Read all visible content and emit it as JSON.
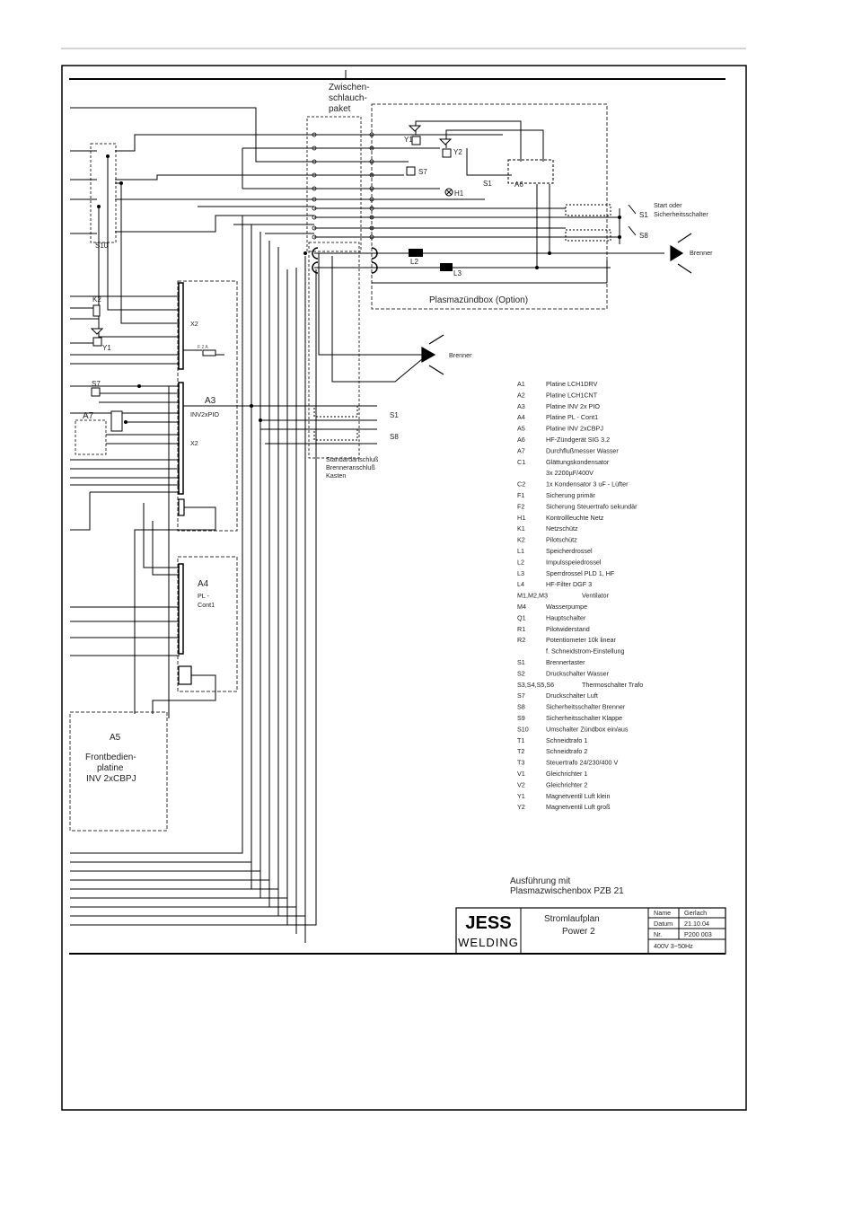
{
  "header_labels": {
    "zwischen": [
      "Zwischen-",
      "schlauch-",
      "paket"
    ],
    "plasmabox": "Plasmazündbox (Option)",
    "start": [
      "Start oder",
      "Sicherheitsschalter"
    ],
    "brenner_right": "Brenner",
    "brenner_mid": "Brenner",
    "standard": [
      "Standardanschluß",
      "Brenneranschluß",
      "Kasten"
    ],
    "ausfuehrung": [
      "Ausführung mit",
      "Plasmazwischenbox PZB 21"
    ]
  },
  "components": {
    "Y1": "Y1",
    "Y2": "Y2",
    "S7": "S7",
    "H1": "H1",
    "S1": "S1",
    "A6": "A6",
    "S8": "S8",
    "L2": "L2",
    "L3": "L3",
    "S10": "S10",
    "K2": "K2",
    "A7": "A7",
    "A3": "A3",
    "A3sub": "INV2xPIO",
    "X2a": "X2",
    "X2b": "X2",
    "F": "F 2 A",
    "A4": "A4",
    "A4sub": [
      "PL -",
      "Cont1"
    ],
    "A5": "A5",
    "A5sub": [
      "Frontbedien-",
      "platine",
      "INV 2xCBPJ"
    ],
    "S1b": "S1",
    "S8b": "S8"
  },
  "legend": [
    [
      "A1",
      "Platine LCH1DRV"
    ],
    [
      "A2",
      "Platine LCH1CNT"
    ],
    [
      "A3",
      "Platine INV 2x PIO"
    ],
    [
      "A4",
      "Platine PL - Cont1"
    ],
    [
      "A5",
      "Platine INV 2xCBPJ"
    ],
    [
      "A6",
      "HF-Zündgerät SIG 3.2"
    ],
    [
      "A7",
      "Durchflußmesser Wasser"
    ],
    [
      "C1",
      "Glättungskondensator"
    ],
    [
      "",
      "3x 2200µF/400V"
    ],
    [
      "C2",
      "1x Kondensator 3 uF - Lüfter"
    ],
    [
      "F1",
      "Sicherung primär"
    ],
    [
      "F2",
      "Sicherung Steuertrafo sekundär"
    ],
    [
      "H1",
      "Kontrollleuchte Netz"
    ],
    [
      "K1",
      "Netzschütz"
    ],
    [
      "K2",
      "Pilotschütz"
    ],
    [
      "L1",
      "Speicherdrossel"
    ],
    [
      "L2",
      "Impulsspeiedrossel"
    ],
    [
      "L3",
      "Sperrdrossel PLD 1, HF"
    ],
    [
      "L4",
      "HF-Filter DGF 3"
    ],
    [
      "M1,M2,M3",
      "Ventilator"
    ],
    [
      "M4",
      "Wasserpumpe"
    ],
    [
      "Q1",
      "Hauptschalter"
    ],
    [
      "R1",
      "Pilotwiderstand"
    ],
    [
      "R2",
      "Potentiometer 10k linear"
    ],
    [
      "",
      "f. Schneidstrom-Einstellung"
    ],
    [
      "S1",
      "Brennertaster"
    ],
    [
      "S2",
      "Druckschalter Wasser"
    ],
    [
      "S3,S4,S5,S6",
      "Thermoschalter Trafo"
    ],
    [
      "S7",
      "Druckschalter Luft"
    ],
    [
      "S8",
      "Sicherheitsschalter Brenner"
    ],
    [
      "S9",
      "Sicherheitsschalter Klappe"
    ],
    [
      "S10",
      "Umschalter Zündbox ein/aus"
    ],
    [
      "T1",
      "Schneidtrafo 1"
    ],
    [
      "T2",
      "Schneidtrafo 2"
    ],
    [
      "T3",
      "Steuertrafo 24/230/400 V"
    ],
    [
      "V1",
      "Gleichrichter 1"
    ],
    [
      "V2",
      "Gleichrichter 2"
    ],
    [
      "Y1",
      "Magnetventil Luft klein"
    ],
    [
      "Y2",
      "Magnetventil Luft groß"
    ]
  ],
  "title_block": {
    "logo": [
      "JESS",
      "WELDING"
    ],
    "title": [
      "Stromlaufplan",
      "Power 2"
    ],
    "name_label": "Name",
    "name_value": "Gerlach",
    "datum_label": "Datum",
    "datum_value": "21.10.04",
    "nr_label": "Nr.",
    "nr_value": "P200 003",
    "spec": "400V 3~50Hz"
  }
}
